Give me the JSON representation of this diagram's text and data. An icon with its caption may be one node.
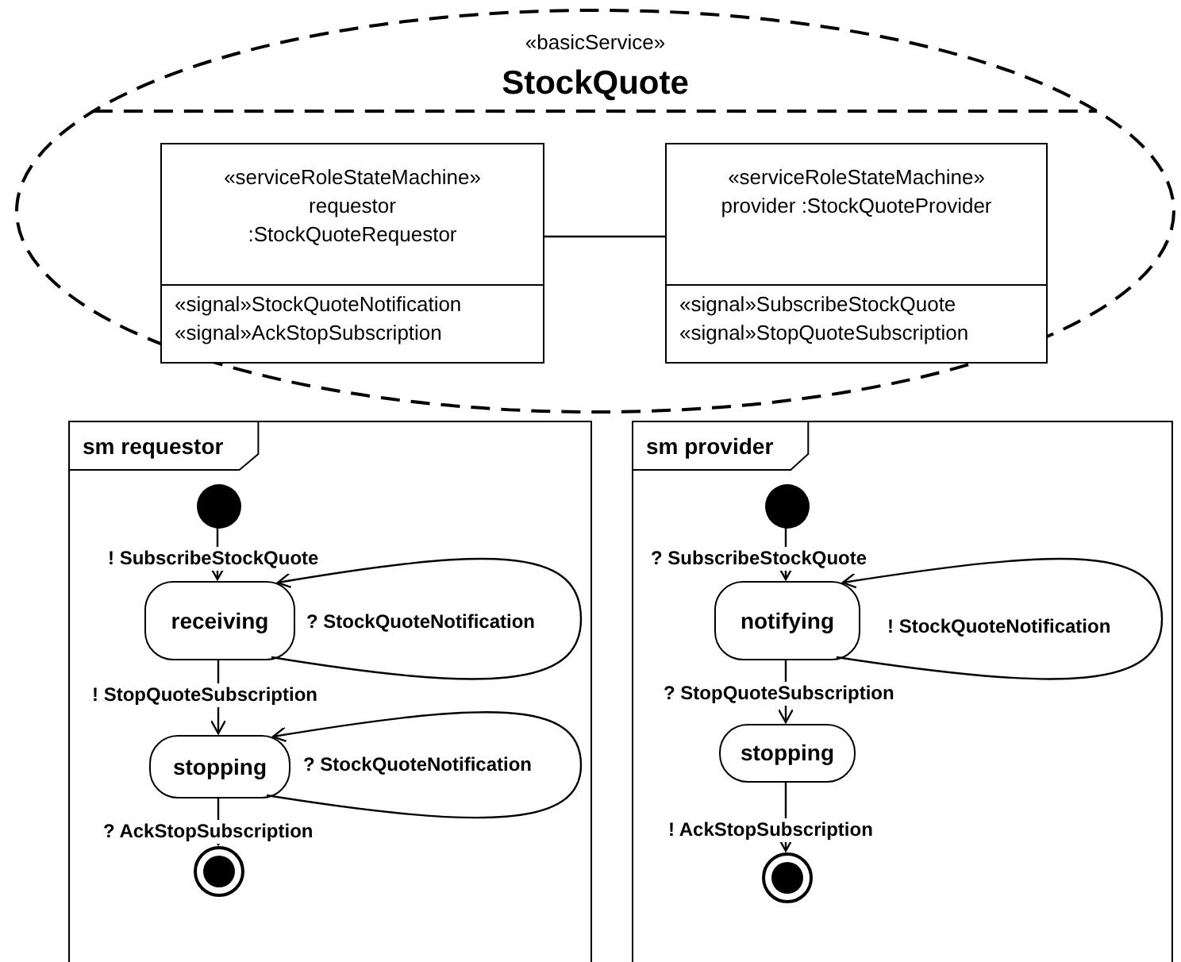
{
  "diagram": {
    "nodes": [
      {
        "text": [
          "«basicService»",
          "StockQuote"
        ]
      },
      {
        "text": [
          "«serviceRoleStateMachine» requestor :StockQuoteRequestor",
          "«signal»StockQuoteNotification «signal»AckStopSubscription"
        ],
        "in": 0
      },
      {
        "text": [
          "«serviceRoleStateMachine» provider :StockQuoteProvider",
          "«signal»SubscribeStockQuote «signal»StopQuoteSubscription"
        ],
        "in": 0
      },
      {
        "text": [
          "sm requestor"
        ]
      },
      {
        "text": [],
        "shape": "circle",
        "in": 3
      },
      {
        "text": [
          "receiving"
        ],
        "in": 3
      },
      {
        "text": [
          "stopping"
        ],
        "in": 3
      },
      {
        "text": [],
        "shape": "circle",
        "in": 3
      },
      {
        "text": [
          "sm provider"
        ]
      },
      {
        "text": [],
        "shape": "circle",
        "in": 8
      },
      {
        "text": [
          "notifying"
        ],
        "in": 8
      },
      {
        "text": [
          "stopping"
        ],
        "in": 8
      },
      {
        "text": [],
        "shape": "circle",
        "in": 8
      }
    ],
    "edges": [
      {
        "from": 1,
        "to": 2,
        "arrow": "none"
      },
      {
        "from": 4,
        "to": 5,
        "arrow": "to",
        "label": "! SubscribeStockQuote"
      },
      {
        "from": 5,
        "to": 5,
        "arrow": "to",
        "label": "? StockQuoteNotification"
      },
      {
        "from": 5,
        "to": 6,
        "arrow": "to",
        "label": "! StopQuoteSubscription"
      },
      {
        "from": 6,
        "to": 6,
        "arrow": "to",
        "label": "? StockQuoteNotification"
      },
      {
        "from": 6,
        "to": 7,
        "arrow": "to",
        "label": "? AckStopSubscription"
      },
      {
        "from": 9,
        "to": 10,
        "arrow": "to",
        "label": "? SubscribeStockQuote"
      },
      {
        "from": 10,
        "to": 10,
        "arrow": "to",
        "label": "! StockQuoteNotification"
      },
      {
        "from": 10,
        "to": 11,
        "arrow": "to",
        "label": "? StopQuoteSubscription"
      },
      {
        "from": 11,
        "to": 12,
        "arrow": "to",
        "label": "! AckStopSubscription"
      }
    ]
  }
}
